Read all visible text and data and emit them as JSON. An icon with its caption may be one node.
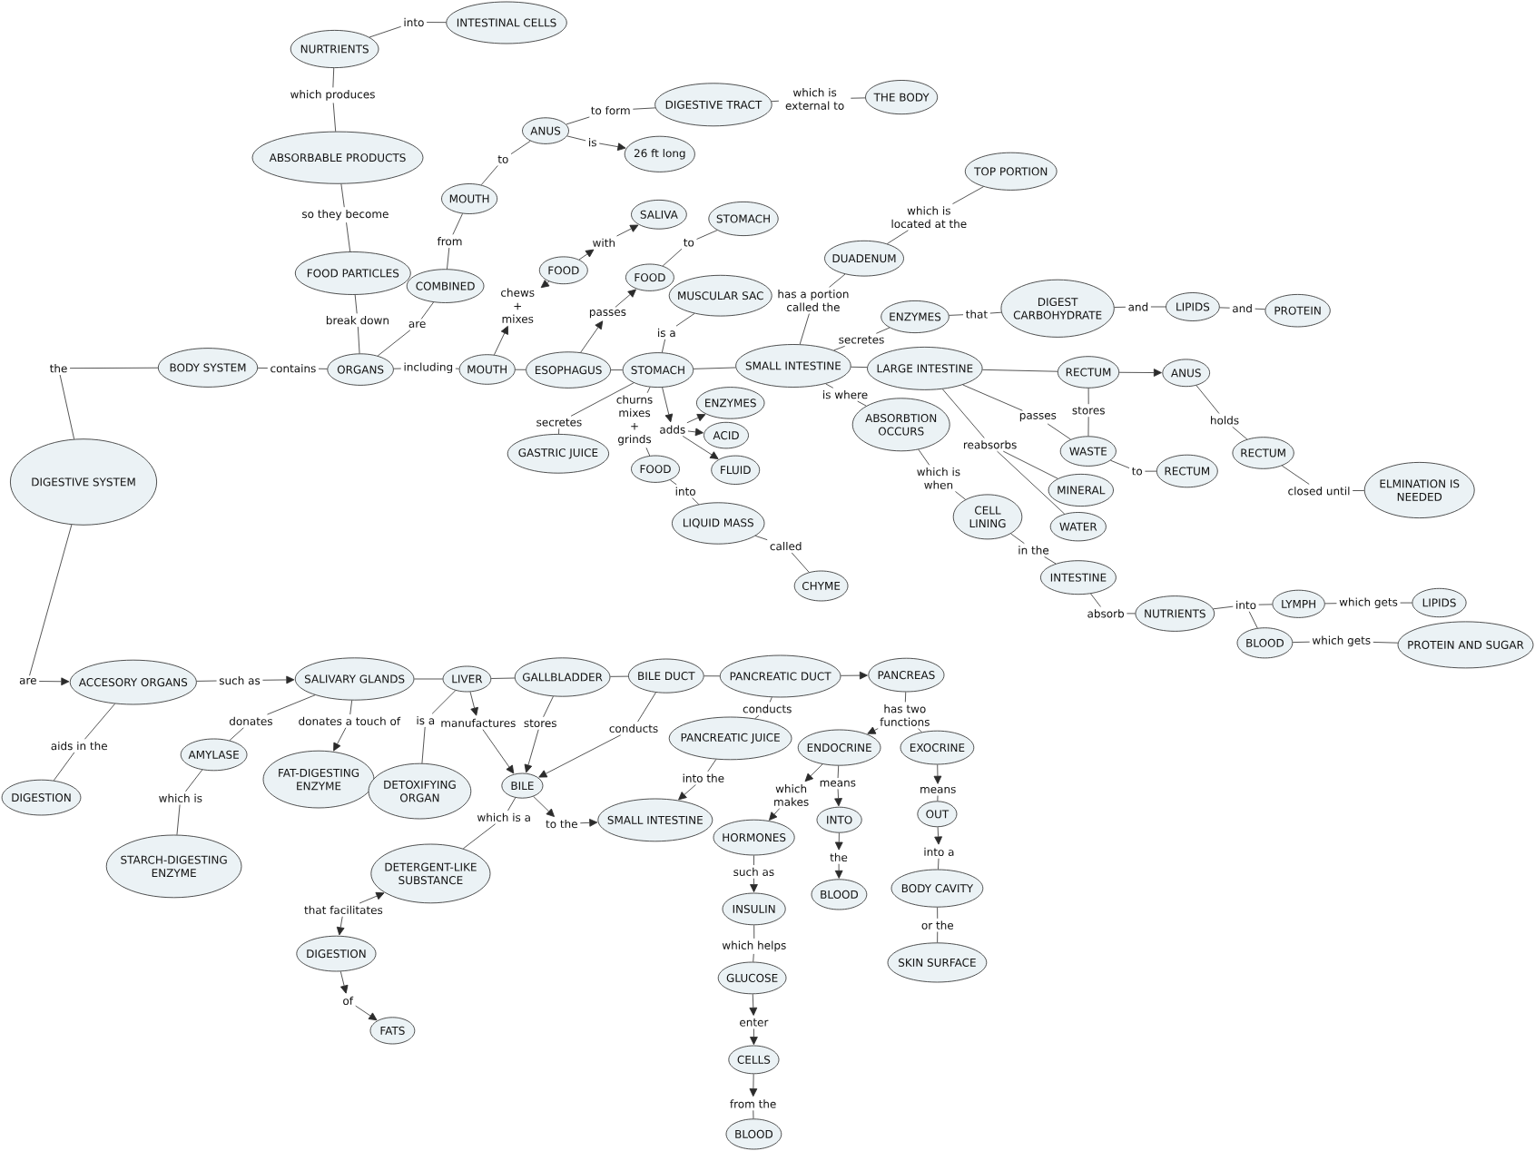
{
  "diagram": {
    "nodes": [
      {
        "text": [
          "DIGESTIVE SYSTEM"
        ]
      },
      {
        "text": [
          "the"
        ]
      },
      {
        "text": [
          "BODY SYSTEM"
        ]
      },
      {
        "text": [
          "contains"
        ]
      },
      {
        "text": [
          "ORGANS"
        ]
      },
      {
        "text": [
          "break down"
        ]
      },
      {
        "text": [
          "FOOD PARTICLES"
        ]
      },
      {
        "text": [
          "so they become"
        ]
      },
      {
        "text": [
          "ABSORBABLE PRODUCTS"
        ]
      },
      {
        "text": [
          "which produces"
        ]
      },
      {
        "text": [
          "NURTRIENTS"
        ]
      },
      {
        "text": [
          "into"
        ]
      },
      {
        "text": [
          "INTESTINAL CELLS"
        ]
      },
      {
        "text": [
          "are"
        ]
      },
      {
        "text": [
          "COMBINED"
        ]
      },
      {
        "text": [
          "from"
        ]
      },
      {
        "text": [
          "MOUTH"
        ]
      },
      {
        "text": [
          "to"
        ]
      },
      {
        "text": [
          "ANUS"
        ]
      },
      {
        "text": [
          "to form"
        ]
      },
      {
        "text": [
          "DIGESTIVE TRACT"
        ]
      },
      {
        "text": [
          "which is external to"
        ]
      },
      {
        "text": [
          "THE BODY"
        ]
      },
      {
        "text": [
          "is"
        ]
      },
      {
        "text": [
          "26 ft long"
        ]
      },
      {
        "text": [
          "including"
        ]
      },
      {
        "text": [
          "MOUTH"
        ]
      },
      {
        "text": [
          "chews + mixes"
        ]
      },
      {
        "text": [
          "FOOD"
        ]
      },
      {
        "text": [
          "with"
        ]
      },
      {
        "text": [
          "SALIVA"
        ]
      },
      {
        "text": [
          "ESOPHAGUS"
        ]
      },
      {
        "text": [
          "passes"
        ]
      },
      {
        "text": [
          "FOOD"
        ]
      },
      {
        "text": [
          "to"
        ]
      },
      {
        "text": [
          "STOMACH"
        ]
      },
      {
        "text": [
          "STOMACH"
        ]
      },
      {
        "text": [
          "is a"
        ]
      },
      {
        "text": [
          "MUSCULAR SAC"
        ]
      },
      {
        "text": [
          "secretes"
        ]
      },
      {
        "text": [
          "GASTRIC JUICE"
        ]
      },
      {
        "text": [
          "churns mixes + grinds"
        ]
      },
      {
        "text": [
          "FOOD"
        ]
      },
      {
        "text": [
          "into"
        ]
      },
      {
        "text": [
          "LIQUID MASS"
        ]
      },
      {
        "text": [
          "called"
        ]
      },
      {
        "text": [
          "CHYME"
        ]
      },
      {
        "text": [
          "adds"
        ]
      },
      {
        "text": [
          "ENZYMES"
        ]
      },
      {
        "text": [
          "ACID"
        ]
      },
      {
        "text": [
          "FLUID"
        ]
      },
      {
        "text": [
          "SMALL INTESTINE"
        ]
      },
      {
        "text": [
          "has a portion called the"
        ]
      },
      {
        "text": [
          "DUADENUM"
        ]
      },
      {
        "text": [
          "which is located at the"
        ]
      },
      {
        "text": [
          "TOP PORTION"
        ]
      },
      {
        "text": [
          "secretes"
        ]
      },
      {
        "text": [
          "ENZYMES"
        ]
      },
      {
        "text": [
          "that"
        ]
      },
      {
        "text": [
          "DIGEST CARBOHYDRATE"
        ]
      },
      {
        "text": [
          "and"
        ]
      },
      {
        "text": [
          "LIPIDS"
        ]
      },
      {
        "text": [
          "and"
        ]
      },
      {
        "text": [
          "PROTEIN"
        ]
      },
      {
        "text": [
          "is where"
        ]
      },
      {
        "text": [
          "ABSORBTION OCCURS"
        ]
      },
      {
        "text": [
          "which is when"
        ]
      },
      {
        "text": [
          "CELL LINING"
        ]
      },
      {
        "text": [
          "in the"
        ]
      },
      {
        "text": [
          "INTESTINE"
        ]
      },
      {
        "text": [
          "absorb"
        ]
      },
      {
        "text": [
          "NUTRIENTS"
        ]
      },
      {
        "text": [
          "into"
        ]
      },
      {
        "text": [
          "LYMPH"
        ]
      },
      {
        "text": [
          "which gets"
        ]
      },
      {
        "text": [
          "LIPIDS"
        ]
      },
      {
        "text": [
          "BLOOD"
        ]
      },
      {
        "text": [
          "which gets"
        ]
      },
      {
        "text": [
          "PROTEIN AND SUGAR"
        ]
      },
      {
        "text": [
          "LARGE INTESTINE"
        ]
      },
      {
        "text": [
          "passes"
        ]
      },
      {
        "text": [
          "reabsorbs"
        ]
      },
      {
        "text": [
          "MINERAL"
        ]
      },
      {
        "text": [
          "WATER"
        ]
      },
      {
        "text": [
          "RECTUM"
        ]
      },
      {
        "text": [
          "stores"
        ]
      },
      {
        "text": [
          "WASTE"
        ]
      },
      {
        "text": [
          "to"
        ]
      },
      {
        "text": [
          "RECTUM"
        ]
      },
      {
        "text": [
          "ANUS"
        ]
      },
      {
        "text": [
          "holds"
        ]
      },
      {
        "text": [
          "RECTUM"
        ]
      },
      {
        "text": [
          "closed until"
        ]
      },
      {
        "text": [
          "ELMINATION IS NEEDED"
        ]
      },
      {
        "text": [
          "are"
        ]
      },
      {
        "text": [
          "ACCESORY ORGANS"
        ]
      },
      {
        "text": [
          "aids in the"
        ]
      },
      {
        "text": [
          "DIGESTION"
        ]
      },
      {
        "text": [
          "such as"
        ]
      },
      {
        "text": [
          "SALIVARY GLANDS"
        ]
      },
      {
        "text": [
          "donates"
        ]
      },
      {
        "text": [
          "AMYLASE"
        ]
      },
      {
        "text": [
          "which is"
        ]
      },
      {
        "text": [
          "STARCH-DIGESTING ENZYME"
        ]
      },
      {
        "text": [
          "donates a touch of"
        ]
      },
      {
        "text": [
          "FAT-DIGESTING ENZYME"
        ]
      },
      {
        "text": [
          "LIVER"
        ]
      },
      {
        "text": [
          "is a"
        ]
      },
      {
        "text": [
          "DETOXIFYING ORGAN"
        ]
      },
      {
        "text": [
          "manufactures"
        ]
      },
      {
        "text": [
          "BILE"
        ]
      },
      {
        "text": [
          "which is a"
        ]
      },
      {
        "text": [
          "DETERGENT-LIKE SUBSTANCE"
        ]
      },
      {
        "text": [
          "that facilitates"
        ]
      },
      {
        "text": [
          "DIGESTION"
        ]
      },
      {
        "text": [
          "of"
        ]
      },
      {
        "text": [
          "FATS"
        ]
      },
      {
        "text": [
          "to the"
        ]
      },
      {
        "text": [
          "SMALL INTESTINE"
        ]
      },
      {
        "text": [
          "GALLBLADDER"
        ]
      },
      {
        "text": [
          "stores"
        ]
      },
      {
        "text": [
          "BILE DUCT"
        ]
      },
      {
        "text": [
          "conducts"
        ]
      },
      {
        "text": [
          "PANCREATIC DUCT"
        ]
      },
      {
        "text": [
          "conducts"
        ]
      },
      {
        "text": [
          "PANCREATIC JUICE"
        ]
      },
      {
        "text": [
          "into the"
        ]
      },
      {
        "text": [
          "PANCREAS"
        ]
      },
      {
        "text": [
          "has two functions"
        ]
      },
      {
        "text": [
          "ENDOCRINE"
        ]
      },
      {
        "text": [
          "which makes"
        ]
      },
      {
        "text": [
          "HORMONES"
        ]
      },
      {
        "text": [
          "such as"
        ]
      },
      {
        "text": [
          "INSULIN"
        ]
      },
      {
        "text": [
          "which helps"
        ]
      },
      {
        "text": [
          "GLUCOSE"
        ]
      },
      {
        "text": [
          "enter"
        ]
      },
      {
        "text": [
          "CELLS"
        ]
      },
      {
        "text": [
          "from the"
        ]
      },
      {
        "text": [
          "BLOOD"
        ]
      },
      {
        "text": [
          "means"
        ]
      },
      {
        "text": [
          "INTO"
        ]
      },
      {
        "text": [
          "the"
        ]
      },
      {
        "text": [
          "BLOOD"
        ]
      },
      {
        "text": [
          "EXOCRINE"
        ]
      },
      {
        "text": [
          "means"
        ]
      },
      {
        "text": [
          "OUT"
        ]
      },
      {
        "text": [
          "into a"
        ]
      },
      {
        "text": [
          "BODY CAVITY"
        ]
      },
      {
        "text": [
          "or the"
        ]
      },
      {
        "text": [
          "SKIN SURFACE"
        ]
      }
    ],
    "edges": [
      {
        "from": 0,
        "to": 1,
        "arrow": "none"
      },
      {
        "from": 1,
        "to": 2,
        "arrow": "none"
      },
      {
        "from": 2,
        "to": 3,
        "arrow": "none"
      },
      {
        "from": 3,
        "to": 4,
        "arrow": "none"
      },
      {
        "from": 4,
        "to": 5,
        "arrow": "none"
      },
      {
        "from": 5,
        "to": 6,
        "arrow": "none"
      },
      {
        "from": 6,
        "to": 7,
        "arrow": "none"
      },
      {
        "from": 7,
        "to": 8,
        "arrow": "none"
      },
      {
        "from": 8,
        "to": 9,
        "arrow": "none"
      },
      {
        "from": 9,
        "to": 10,
        "arrow": "none"
      },
      {
        "from": 10,
        "to": 11,
        "arrow": "none"
      },
      {
        "from": 11,
        "to": 12,
        "arrow": "none"
      },
      {
        "from": 4,
        "to": 13,
        "arrow": "none"
      },
      {
        "from": 13,
        "to": 14,
        "arrow": "none"
      },
      {
        "from": 14,
        "to": 15,
        "arrow": "none"
      },
      {
        "from": 15,
        "to": 16,
        "arrow": "none"
      },
      {
        "from": 16,
        "to": 17,
        "arrow": "none"
      },
      {
        "from": 17,
        "to": 18,
        "arrow": "none"
      },
      {
        "from": 18,
        "to": 19,
        "arrow": "none"
      },
      {
        "from": 19,
        "to": 20,
        "arrow": "none"
      },
      {
        "from": 20,
        "to": 21,
        "arrow": "none"
      },
      {
        "from": 21,
        "to": 22,
        "arrow": "none"
      },
      {
        "from": 18,
        "to": 23,
        "arrow": "none"
      },
      {
        "from": 23,
        "to": 24,
        "arrow": "to"
      },
      {
        "from": 4,
        "to": 25,
        "arrow": "none"
      },
      {
        "from": 25,
        "to": 26,
        "arrow": "none"
      },
      {
        "from": 26,
        "to": 27,
        "arrow": "to"
      },
      {
        "from": 28,
        "to": 27,
        "arrow": "to"
      },
      {
        "from": 28,
        "to": 29,
        "arrow": "to"
      },
      {
        "from": 29,
        "to": 30,
        "arrow": "to"
      },
      {
        "from": 26,
        "to": 31,
        "arrow": "none"
      },
      {
        "from": 31,
        "to": 32,
        "arrow": "to"
      },
      {
        "from": 32,
        "to": 33,
        "arrow": "to"
      },
      {
        "from": 33,
        "to": 34,
        "arrow": "none"
      },
      {
        "from": 34,
        "to": 35,
        "arrow": "none"
      },
      {
        "from": 31,
        "to": 36,
        "arrow": "none"
      },
      {
        "from": 36,
        "to": 37,
        "arrow": "none"
      },
      {
        "from": 37,
        "to": 38,
        "arrow": "none"
      },
      {
        "from": 36,
        "to": 39,
        "arrow": "none"
      },
      {
        "from": 39,
        "to": 40,
        "arrow": "none"
      },
      {
        "from": 36,
        "to": 41,
        "arrow": "none"
      },
      {
        "from": 41,
        "to": 42,
        "arrow": "none"
      },
      {
        "from": 42,
        "to": 43,
        "arrow": "none"
      },
      {
        "from": 43,
        "to": 44,
        "arrow": "none"
      },
      {
        "from": 44,
        "to": 45,
        "arrow": "none"
      },
      {
        "from": 45,
        "to": 46,
        "arrow": "none"
      },
      {
        "from": 36,
        "to": 47,
        "arrow": "to"
      },
      {
        "from": 47,
        "to": 48,
        "arrow": "to"
      },
      {
        "from": 47,
        "to": 49,
        "arrow": "to"
      },
      {
        "from": 47,
        "to": 50,
        "arrow": "to"
      },
      {
        "from": 36,
        "to": 51,
        "arrow": "none"
      },
      {
        "from": 51,
        "to": 52,
        "arrow": "none"
      },
      {
        "from": 52,
        "to": 53,
        "arrow": "none"
      },
      {
        "from": 53,
        "to": 54,
        "arrow": "none"
      },
      {
        "from": 54,
        "to": 55,
        "arrow": "none"
      },
      {
        "from": 51,
        "to": 56,
        "arrow": "none"
      },
      {
        "from": 56,
        "to": 57,
        "arrow": "none"
      },
      {
        "from": 57,
        "to": 58,
        "arrow": "none"
      },
      {
        "from": 58,
        "to": 59,
        "arrow": "none"
      },
      {
        "from": 59,
        "to": 60,
        "arrow": "none"
      },
      {
        "from": 60,
        "to": 61,
        "arrow": "none"
      },
      {
        "from": 61,
        "to": 62,
        "arrow": "none"
      },
      {
        "from": 62,
        "to": 63,
        "arrow": "none"
      },
      {
        "from": 51,
        "to": 64,
        "arrow": "none"
      },
      {
        "from": 64,
        "to": 65,
        "arrow": "none"
      },
      {
        "from": 65,
        "to": 66,
        "arrow": "none"
      },
      {
        "from": 66,
        "to": 67,
        "arrow": "none"
      },
      {
        "from": 67,
        "to": 68,
        "arrow": "none"
      },
      {
        "from": 68,
        "to": 69,
        "arrow": "none"
      },
      {
        "from": 69,
        "to": 70,
        "arrow": "none"
      },
      {
        "from": 70,
        "to": 71,
        "arrow": "none"
      },
      {
        "from": 71,
        "to": 72,
        "arrow": "none"
      },
      {
        "from": 72,
        "to": 73,
        "arrow": "none"
      },
      {
        "from": 72,
        "to": 76,
        "arrow": "none"
      },
      {
        "from": 73,
        "to": 74,
        "arrow": "none"
      },
      {
        "from": 74,
        "to": 75,
        "arrow": "none"
      },
      {
        "from": 76,
        "to": 77,
        "arrow": "none"
      },
      {
        "from": 77,
        "to": 78,
        "arrow": "none"
      },
      {
        "from": 51,
        "to": 79,
        "arrow": "none"
      },
      {
        "from": 79,
        "to": 80,
        "arrow": "none"
      },
      {
        "from": 80,
        "to": 86,
        "arrow": "none"
      },
      {
        "from": 79,
        "to": 81,
        "arrow": "none"
      },
      {
        "from": 81,
        "to": 82,
        "arrow": "none"
      },
      {
        "from": 81,
        "to": 83,
        "arrow": "none"
      },
      {
        "from": 79,
        "to": 84,
        "arrow": "none"
      },
      {
        "from": 84,
        "to": 85,
        "arrow": "none"
      },
      {
        "from": 85,
        "to": 86,
        "arrow": "none"
      },
      {
        "from": 86,
        "to": 87,
        "arrow": "none"
      },
      {
        "from": 87,
        "to": 88,
        "arrow": "none"
      },
      {
        "from": 84,
        "to": 89,
        "arrow": "to"
      },
      {
        "from": 89,
        "to": 90,
        "arrow": "none"
      },
      {
        "from": 90,
        "to": 91,
        "arrow": "none"
      },
      {
        "from": 91,
        "to": 92,
        "arrow": "none"
      },
      {
        "from": 92,
        "to": 93,
        "arrow": "none"
      },
      {
        "from": 0,
        "to": 94,
        "arrow": "none"
      },
      {
        "from": 94,
        "to": 95,
        "arrow": "to"
      },
      {
        "from": 95,
        "to": 96,
        "arrow": "none"
      },
      {
        "from": 96,
        "to": 97,
        "arrow": "none"
      },
      {
        "from": 95,
        "to": 98,
        "arrow": "none"
      },
      {
        "from": 98,
        "to": 99,
        "arrow": "to"
      },
      {
        "from": 99,
        "to": 100,
        "arrow": "none"
      },
      {
        "from": 100,
        "to": 101,
        "arrow": "none"
      },
      {
        "from": 101,
        "to": 102,
        "arrow": "none"
      },
      {
        "from": 102,
        "to": 103,
        "arrow": "none"
      },
      {
        "from": 99,
        "to": 104,
        "arrow": "none"
      },
      {
        "from": 104,
        "to": 105,
        "arrow": "to"
      },
      {
        "from": 99,
        "to": 106,
        "arrow": "none"
      },
      {
        "from": 106,
        "to": 107,
        "arrow": "none"
      },
      {
        "from": 107,
        "to": 108,
        "arrow": "none"
      },
      {
        "from": 106,
        "to": 109,
        "arrow": "to"
      },
      {
        "from": 109,
        "to": 110,
        "arrow": "to"
      },
      {
        "from": 110,
        "to": 111,
        "arrow": "none"
      },
      {
        "from": 111,
        "to": 112,
        "arrow": "none"
      },
      {
        "from": 113,
        "to": 112,
        "arrow": "to"
      },
      {
        "from": 113,
        "to": 114,
        "arrow": "to"
      },
      {
        "from": 114,
        "to": 115,
        "arrow": "to"
      },
      {
        "from": 115,
        "to": 116,
        "arrow": "to"
      },
      {
        "from": 110,
        "to": 117,
        "arrow": "to"
      },
      {
        "from": 117,
        "to": 118,
        "arrow": "to"
      },
      {
        "from": 106,
        "to": 119,
        "arrow": "none"
      },
      {
        "from": 119,
        "to": 120,
        "arrow": "none"
      },
      {
        "from": 120,
        "to": 110,
        "arrow": "to"
      },
      {
        "from": 119,
        "to": 121,
        "arrow": "none"
      },
      {
        "from": 121,
        "to": 122,
        "arrow": "none"
      },
      {
        "from": 122,
        "to": 110,
        "arrow": "to"
      },
      {
        "from": 121,
        "to": 123,
        "arrow": "none"
      },
      {
        "from": 123,
        "to": 124,
        "arrow": "none"
      },
      {
        "from": 124,
        "to": 125,
        "arrow": "none"
      },
      {
        "from": 125,
        "to": 126,
        "arrow": "none"
      },
      {
        "from": 126,
        "to": 118,
        "arrow": "to"
      },
      {
        "from": 123,
        "to": 127,
        "arrow": "to"
      },
      {
        "from": 127,
        "to": 128,
        "arrow": "none"
      },
      {
        "from": 128,
        "to": 129,
        "arrow": "to"
      },
      {
        "from": 128,
        "to": 144,
        "arrow": "none"
      },
      {
        "from": 129,
        "to": 130,
        "arrow": "to"
      },
      {
        "from": 130,
        "to": 131,
        "arrow": "to"
      },
      {
        "from": 131,
        "to": 132,
        "arrow": "none"
      },
      {
        "from": 132,
        "to": 133,
        "arrow": "to"
      },
      {
        "from": 133,
        "to": 134,
        "arrow": "none"
      },
      {
        "from": 134,
        "to": 135,
        "arrow": "none"
      },
      {
        "from": 135,
        "to": 136,
        "arrow": "to"
      },
      {
        "from": 136,
        "to": 137,
        "arrow": "to"
      },
      {
        "from": 137,
        "to": 138,
        "arrow": "to"
      },
      {
        "from": 138,
        "to": 139,
        "arrow": "none"
      },
      {
        "from": 129,
        "to": 140,
        "arrow": "none"
      },
      {
        "from": 140,
        "to": 141,
        "arrow": "to"
      },
      {
        "from": 141,
        "to": 142,
        "arrow": "to"
      },
      {
        "from": 142,
        "to": 143,
        "arrow": "to"
      },
      {
        "from": 144,
        "to": 145,
        "arrow": "to"
      },
      {
        "from": 145,
        "to": 146,
        "arrow": "none"
      },
      {
        "from": 146,
        "to": 147,
        "arrow": "to"
      },
      {
        "from": 147,
        "to": 148,
        "arrow": "none"
      },
      {
        "from": 148,
        "to": 149,
        "arrow": "none"
      },
      {
        "from": 149,
        "to": 150,
        "arrow": "none"
      }
    ]
  }
}
